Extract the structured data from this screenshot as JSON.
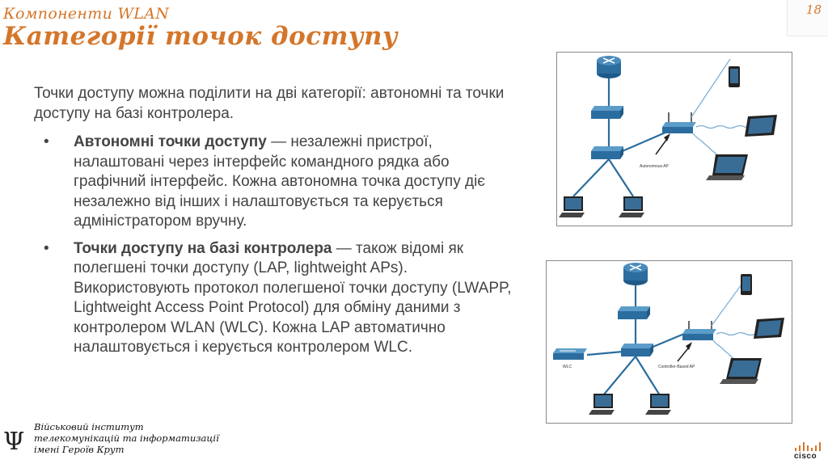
{
  "header": {
    "subtitle": "Компоненти WLAN",
    "title": "Категорії точок доступу",
    "slide_number": "18"
  },
  "body": {
    "intro": "Точки доступу можна поділити на дві категорії: автономні та точки доступу на базі контролера.",
    "bullets": [
      {
        "term": "Автономні точки доступу",
        "text": " — незалежні пристрої, налаштовані через інтерфейс командного рядка або графічний інтерфейс. Кожна автономна точка доступу діє незалежно від інших і налаштовується та керується адміністратором вручну."
      },
      {
        "term": "Точки доступу на базі контролера",
        "text": " — також відомі як полегшені точки доступу (LAP, lightweight APs). Використовують протокол полегшеної точки доступу (LWAPP, Lightweight Access Point Protocol) для обміну даними з контролером WLAN (WLC). Кожна LAP автоматично налаштовується і керується контролером WLC."
      }
    ]
  },
  "figures": {
    "autonomous": {
      "ap_label": "Autonomous AP"
    },
    "controller": {
      "ap_label": "Controller-Based AP",
      "wlc_label": "WLC"
    }
  },
  "footer": {
    "logo_glyph": "Ψ",
    "org": "Військовий інститут телекомунікацій та інформатизації імені Героїв Крут",
    "brand": "cisco"
  },
  "colors": {
    "accent": "#d4762a",
    "text": "#444444",
    "device_blue": "#2a6d9e"
  }
}
